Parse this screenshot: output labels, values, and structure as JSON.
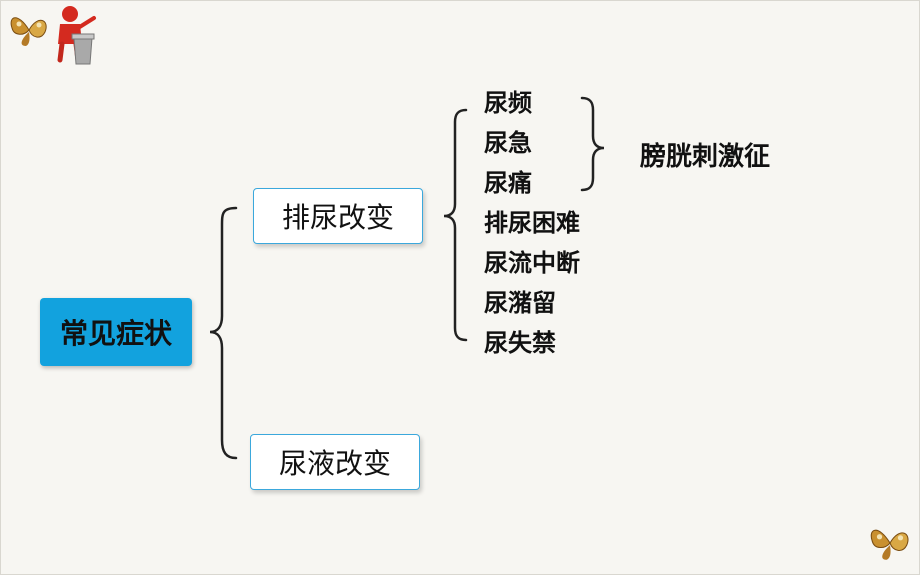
{
  "diagram": {
    "root": "常见症状",
    "branches": [
      {
        "label": "排尿改变",
        "children": [
          "尿频",
          "尿急",
          "尿痛",
          "排尿困难",
          "尿流中断",
          "尿潴留",
          "尿失禁"
        ],
        "group": {
          "members": [
            "尿频",
            "尿急",
            "尿痛"
          ],
          "label": "膀胱刺激征"
        }
      },
      {
        "label": "尿液改变"
      }
    ]
  },
  "decorations": {
    "top_left": [
      "butterfly-icon",
      "presenter-icon"
    ],
    "bottom_right": [
      "butterfly-icon"
    ]
  }
}
